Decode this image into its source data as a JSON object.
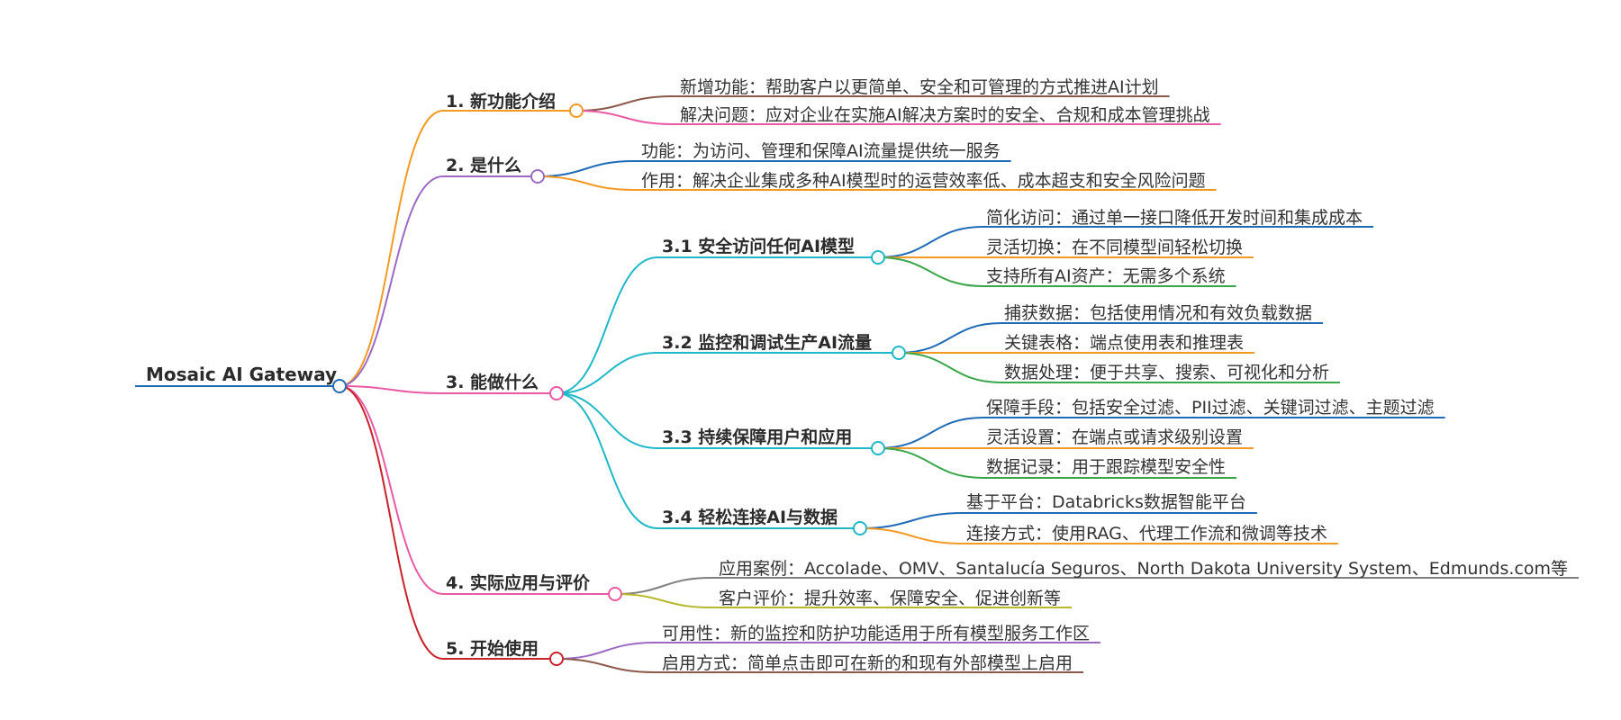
{
  "mindmap": {
    "root": {
      "label": "Mosaic AI Gateway",
      "color": "#1f6bb5"
    },
    "branches": [
      {
        "id": "b1",
        "label": "1. 新功能介绍",
        "color": "#f39a25",
        "leaves": [
          {
            "id": "b1l1",
            "label": "新增功能：帮助客户以更简单、安全和可管理的方式推进AI计划",
            "color": "#8b5a4a"
          },
          {
            "id": "b1l2",
            "label": "解决问题：应对企业在实施AI解决方案时的安全、合规和成本管理挑战",
            "color": "#e85aa3"
          }
        ]
      },
      {
        "id": "b2",
        "label": "2. 是什么",
        "color": "#9b6ac2",
        "leaves": [
          {
            "id": "b2l1",
            "label": "功能：为访问、管理和保障AI流量提供统一服务",
            "color": "#1f6bb5"
          },
          {
            "id": "b2l2",
            "label": "作用：解决企业集成多种AI模型时的运营效率低、成本超支和安全风险问题",
            "color": "#f39a25"
          }
        ]
      },
      {
        "id": "b3",
        "label": "3. 能做什么",
        "color": "#e85aa3",
        "subs": [
          {
            "id": "s1",
            "label": "3.1 安全访问任何AI模型",
            "color": "#1fb8c8",
            "leaves": [
              {
                "id": "s1l1",
                "label": "简化访问：通过单一接口降低开发时间和集成成本",
                "color": "#1f6bb5"
              },
              {
                "id": "s1l2",
                "label": "灵活切换：在不同模型间轻松切换",
                "color": "#f39a25"
              },
              {
                "id": "s1l3",
                "label": "支持所有AI资产：无需多个系统",
                "color": "#3aa64a"
              }
            ]
          },
          {
            "id": "s2",
            "label": "3.2 监控和调试生产AI流量",
            "color": "#1fb8c8",
            "leaves": [
              {
                "id": "s2l1",
                "label": "捕获数据：包括使用情况和有效负载数据",
                "color": "#1f6bb5"
              },
              {
                "id": "s2l2",
                "label": "关键表格：端点使用表和推理表",
                "color": "#f39a25"
              },
              {
                "id": "s2l3",
                "label": "数据处理：便于共享、搜索、可视化和分析",
                "color": "#3aa64a"
              }
            ]
          },
          {
            "id": "s3",
            "label": "3.3 持续保障用户和应用",
            "color": "#1fb8c8",
            "leaves": [
              {
                "id": "s3l1",
                "label": "保障手段：包括安全过滤、PII过滤、关键词过滤、主题过滤",
                "color": "#1f6bb5"
              },
              {
                "id": "s3l2",
                "label": "灵活设置：在端点或请求级别设置",
                "color": "#f39a25"
              },
              {
                "id": "s3l3",
                "label": "数据记录：用于跟踪模型安全性",
                "color": "#3aa64a"
              }
            ]
          },
          {
            "id": "s4",
            "label": "3.4 轻松连接AI与数据",
            "color": "#1fb8c8",
            "leaves": [
              {
                "id": "s4l1",
                "label": "基于平台：Databricks数据智能平台",
                "color": "#1f6bb5"
              },
              {
                "id": "s4l2",
                "label": "连接方式：使用RAG、代理工作流和微调等技术",
                "color": "#f39a25"
              }
            ]
          }
        ]
      },
      {
        "id": "b4",
        "label": "4. 实际应用与评价",
        "color": "#e85aa3",
        "leaves": [
          {
            "id": "b4l1",
            "label": "应用案例：Accolade、OMV、Santalucía Seguros、North Dakota University System、Edmunds.com等",
            "color": "#7f7f7f"
          },
          {
            "id": "b4l2",
            "label": "客户评价：提升效率、保障安全、促进创新等",
            "color": "#b7b82c"
          }
        ]
      },
      {
        "id": "b5",
        "label": "5. 开始使用",
        "color": "#c8232c",
        "leaves": [
          {
            "id": "b5l1",
            "label": "可用性：新的监控和防护功能适用于所有模型服务工作区",
            "color": "#9b6ac2"
          },
          {
            "id": "b5l2",
            "label": "启用方式：简单点击即可在新的和现有外部模型上启用",
            "color": "#8b5a4a"
          }
        ]
      }
    ]
  }
}
